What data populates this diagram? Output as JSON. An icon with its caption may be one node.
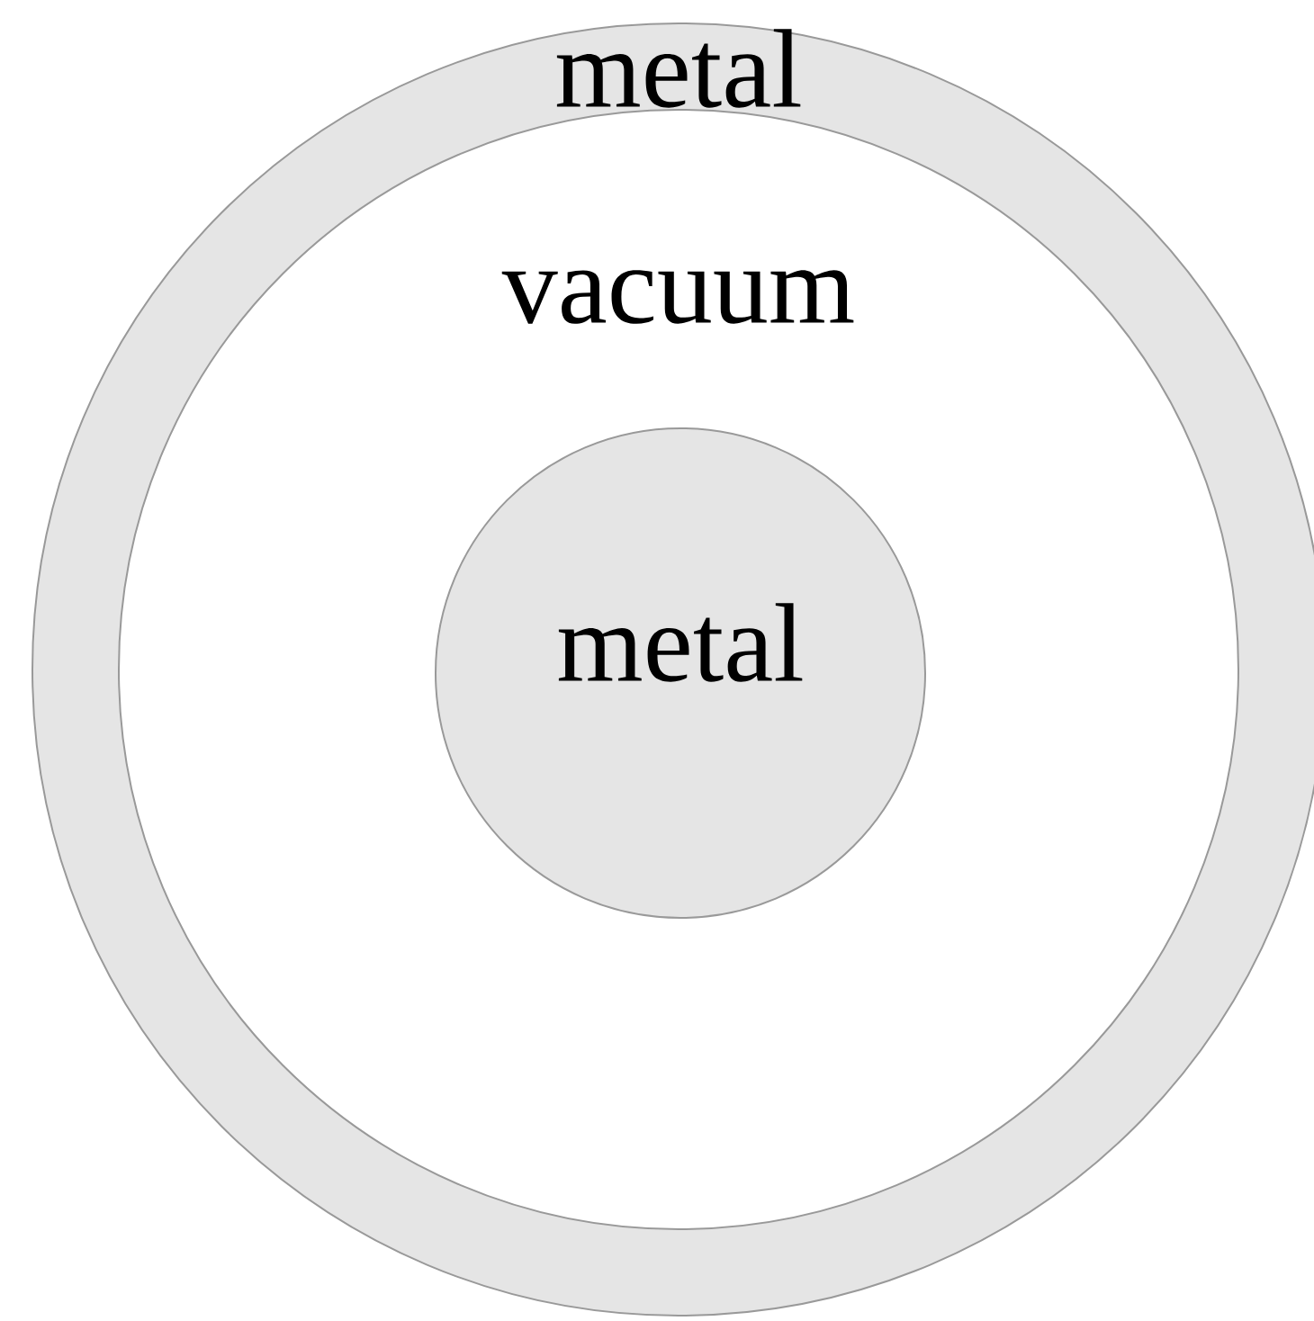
{
  "diagram": {
    "nodes": [
      {
        "text": [
          "metal"
        ]
      },
      {
        "text": [
          "vacuum"
        ],
        "in": 0
      },
      {
        "text": [
          "metal"
        ],
        "in": 1
      }
    ]
  }
}
